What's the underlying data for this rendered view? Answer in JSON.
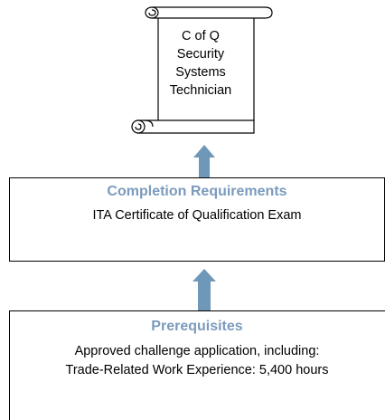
{
  "scroll": {
    "lines": [
      "C of Q",
      "Security",
      "Systems",
      "Technician"
    ]
  },
  "completion": {
    "title": "Completion Requirements",
    "lines": [
      "ITA Certificate of Qualification Exam"
    ]
  },
  "prerequisites": {
    "title": "Prerequisites",
    "lines": [
      "Approved challenge application, including:",
      "Trade-Related Work Experience: 5,400 hours"
    ]
  },
  "colors": {
    "arrow": "#6f98b8",
    "title": "#7b9bbd",
    "border": "#000000"
  }
}
